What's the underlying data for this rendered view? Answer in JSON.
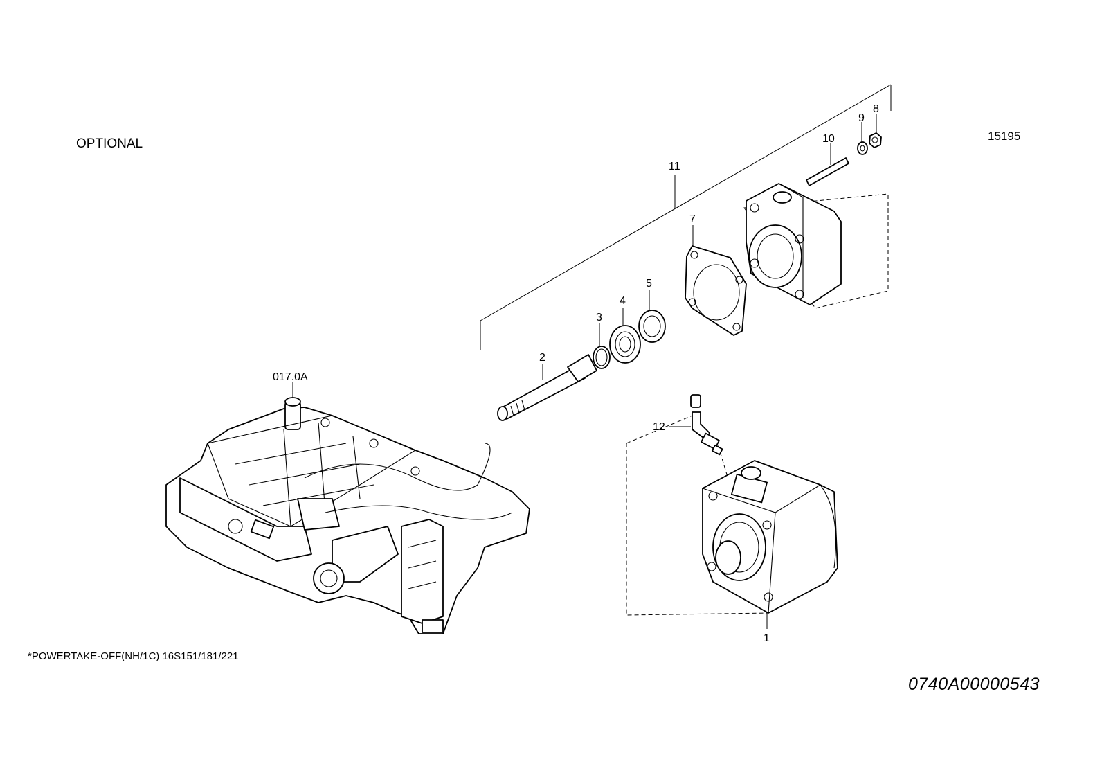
{
  "header": {
    "optional_label": "OPTIONAL",
    "reference_number": "15195"
  },
  "footer": {
    "caption": "*POWERTAKE-OFF(NH/1C) 16S151/181/221",
    "drawing_code": "0740A00000543"
  },
  "callouts": {
    "c1": "1",
    "c2": "2",
    "c3": "3",
    "c4": "4",
    "c5": "5",
    "c7": "7",
    "c8": "8",
    "c9": "9",
    "c10": "10",
    "c11": "11",
    "c12": "12",
    "assembly": "017.0A"
  }
}
